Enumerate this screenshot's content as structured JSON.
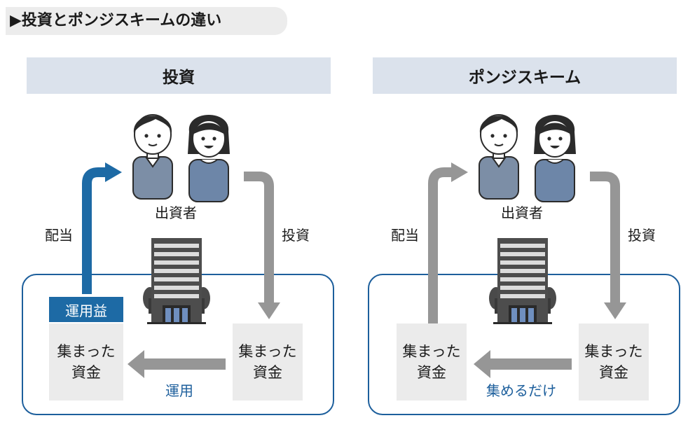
{
  "title": "投資とポンジスキームの違い",
  "colors": {
    "accent": "#1d6aa5",
    "arrow_gray": "#969696",
    "frame": "#1d5f9c",
    "header_bg": "#dbe2ec"
  },
  "left": {
    "header": "投資",
    "investors": "出資者",
    "dividend": "配当",
    "invest": "投資",
    "profit_badge": "運用益",
    "fund_left": [
      "集まった",
      "資金"
    ],
    "fund_right": [
      "集まった",
      "資金"
    ],
    "flow_label": "運用"
  },
  "right": {
    "header": "ポンジスキーム",
    "investors": "出資者",
    "dividend": "配当",
    "invest": "投資",
    "fund_left": [
      "集まった",
      "資金"
    ],
    "fund_right": [
      "集まった",
      "資金"
    ],
    "flow_label": "集めるだけ"
  }
}
